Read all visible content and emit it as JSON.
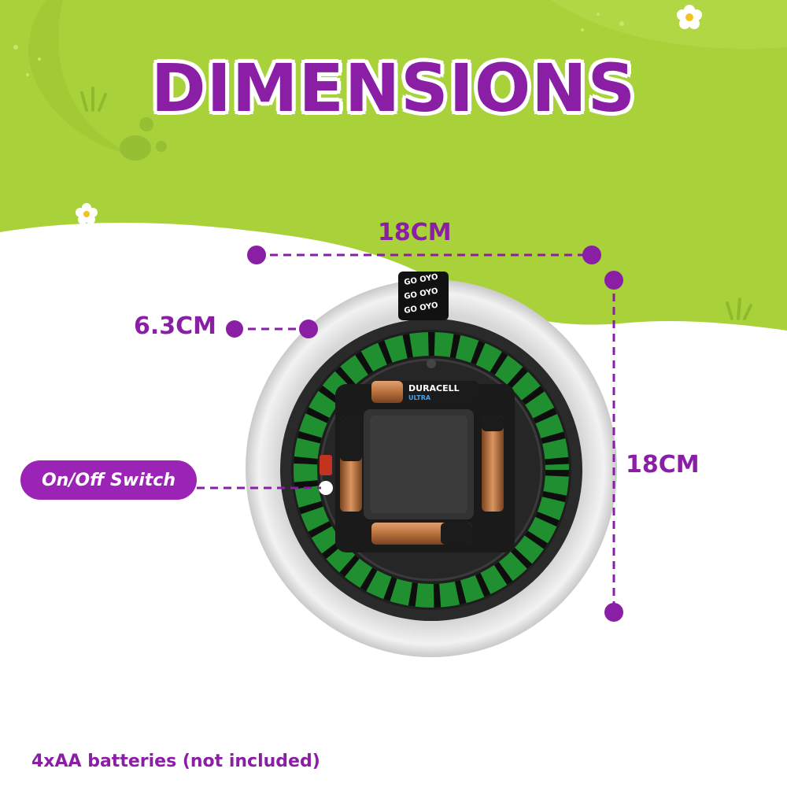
{
  "title": "DIMENSIONS",
  "dimensions": {
    "width": "18CM",
    "height": "18CM",
    "depth": "6.3CM"
  },
  "callout": {
    "switch_label": "On/Off Switch"
  },
  "footnote": "4xAA batteries (not included)",
  "product": {
    "battery_brand": "DURACELL",
    "battery_line": "ULTRA",
    "battery_count": 4
  },
  "colors": {
    "accent_purple": "#8a1fa6",
    "background_green": "#a9d13a",
    "led_green": "#1f8f2f",
    "shell_white": "#eeeeee",
    "battery_copper": "#b8713d"
  },
  "icons": [
    "daisy-flower-icon",
    "grass-tuft-icon",
    "paw-print-icon"
  ]
}
